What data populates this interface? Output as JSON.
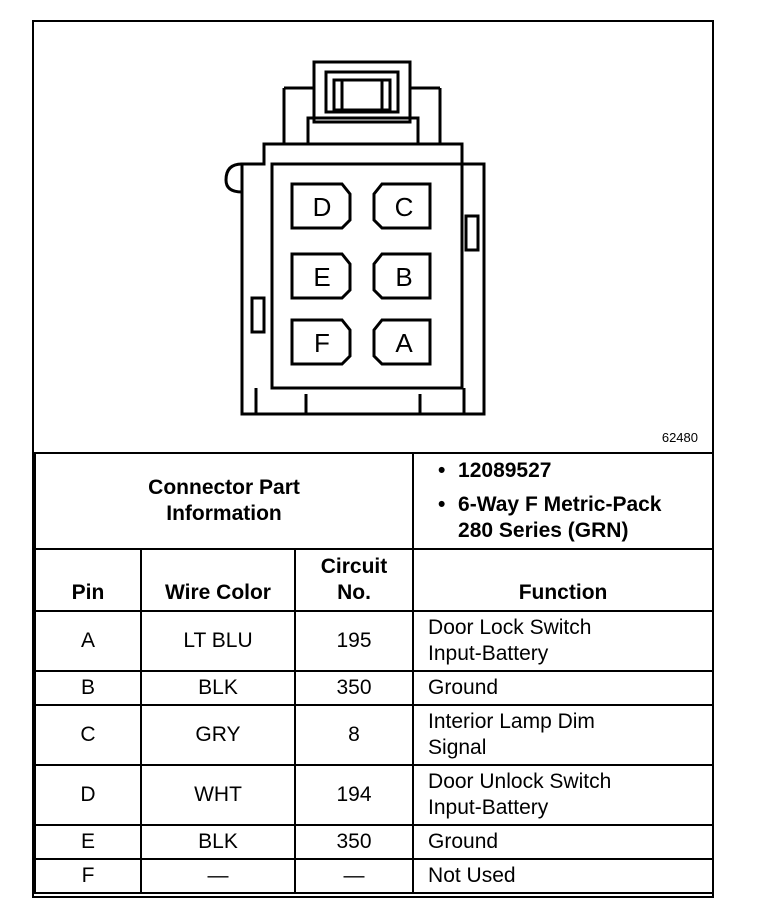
{
  "figure_number": "62480",
  "connector_pins": [
    "D",
    "C",
    "E",
    "B",
    "F",
    "A"
  ],
  "connector_info": {
    "label_line1": "Connector Part",
    "label_line2": "Information",
    "bullet": "•",
    "part_number": "12089527",
    "desc_line1": "6-Way F Metric-Pack",
    "desc_line2": "280 Series (GRN)"
  },
  "headers": {
    "pin": "Pin",
    "wire_color": "Wire Color",
    "circuit_line1": "Circuit",
    "circuit_line2": "No.",
    "function": "Function"
  },
  "rows": [
    {
      "pin": "A",
      "wire": "LT BLU",
      "circuit": "195",
      "function_l1": "Door Lock Switch",
      "function_l2": "Input-Battery"
    },
    {
      "pin": "B",
      "wire": "BLK",
      "circuit": "350",
      "function_l1": "Ground",
      "function_l2": ""
    },
    {
      "pin": "C",
      "wire": "GRY",
      "circuit": "8",
      "function_l1": "Interior Lamp Dim",
      "function_l2": "Signal"
    },
    {
      "pin": "D",
      "wire": "WHT",
      "circuit": "194",
      "function_l1": "Door Unlock Switch",
      "function_l2": "Input-Battery"
    },
    {
      "pin": "E",
      "wire": "BLK",
      "circuit": "350",
      "function_l1": "Ground",
      "function_l2": ""
    },
    {
      "pin": "F",
      "wire": "—",
      "circuit": "—",
      "function_l1": "Not Used",
      "function_l2": ""
    }
  ]
}
